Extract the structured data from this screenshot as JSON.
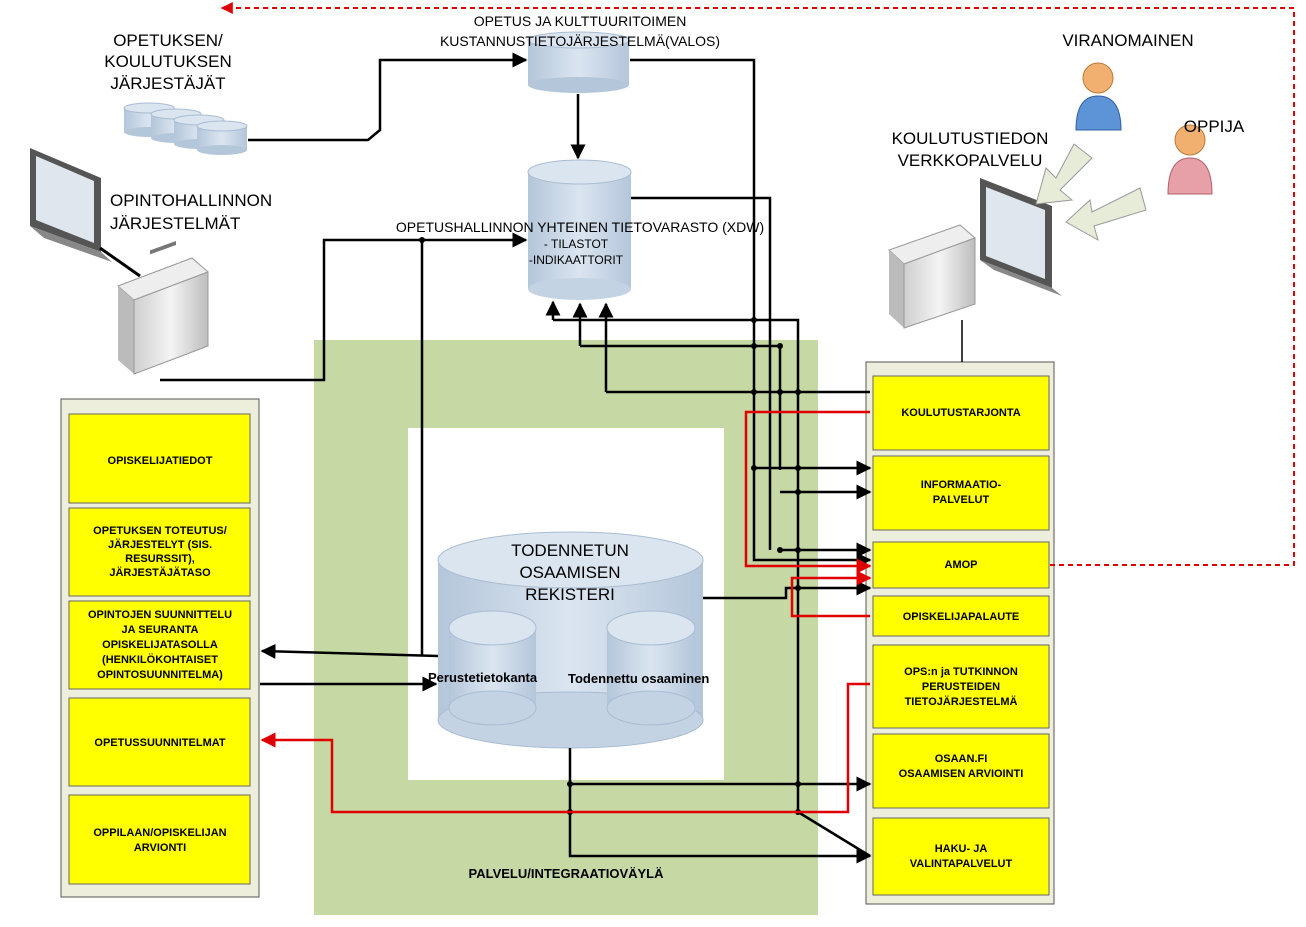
{
  "labels": {
    "valos": [
      "OPETUS JA KULTTUURITOIMEN",
      "KUSTANNUSTIETOJÄRJESTELMÄ(VALOS)"
    ],
    "providers": [
      "OPETUKSEN/",
      "KOULUTUKSEN",
      "JÄRJESTÄJÄT"
    ],
    "study_admin": [
      "OPINTOHALLINNON",
      "JÄRJESTELMÄT"
    ],
    "xdw_title": "OPETUSHALLINNON YHTEINEN TIETOVARASTO (XDW)",
    "xdw_sub": [
      "- TILASTOT",
      "-INDIKAATTORIT"
    ],
    "authority": "VIRANOMAINEN",
    "learner": "OPPIJA",
    "web_service": [
      "KOULUTUSTIEDON",
      "VERKKOPALVELU"
    ],
    "registry": [
      "TODENNETUN",
      "OSAAMISEN",
      "REKISTERI"
    ],
    "base_db": "Perustetietokanta",
    "verified_db": "Todennettu osaaminen",
    "bus": "PALVELU/INTEGRAATIOVÄYLÄ"
  },
  "left_boxes": [
    [
      "OPISKELIJATIEDOT"
    ],
    [
      "OPETUKSEN TOTEUTUS/",
      "JÄRJESTELYT (SIS.",
      "RESURSSIT),",
      "JÄRJESTÄJÄTASO"
    ],
    [
      "OPINTOJEN SUUNNITTELU",
      "JA SEURANTA",
      "OPISKELIJATASOLLA",
      "(HENKILÖKOHTAISET",
      "OPINTOSUUNNITELMA)"
    ],
    [
      "OPETUSSUUNNITELMAT"
    ],
    [
      "OPPILAAN/OPISKELIJAN",
      "ARVIONTI"
    ]
  ],
  "right_boxes": [
    [
      "KOULUTUSTARJONTA"
    ],
    [
      "INFORMAATIO-",
      "PALVELUT"
    ],
    [
      "AMOP"
    ],
    [
      "OPISKELIJAPALAUTE"
    ],
    [
      "OPS:n ja TUTKINNON",
      "PERUSTEIDEN",
      "TIETOJÄRJESTELMÄ"
    ],
    [
      "OSAAN.FI",
      "OSAAMISEN ARVIOINTI"
    ],
    [
      "HAKU- JA",
      "VALINTAPALVELUT"
    ]
  ],
  "colors": {
    "box_fill": "#ffff00",
    "panel_fill": "#eeeedd",
    "bus_fill": "#c6d9a4",
    "cylinder_fill": "#c8d6e5",
    "red_line": "#e00000",
    "black_line": "#000000"
  }
}
